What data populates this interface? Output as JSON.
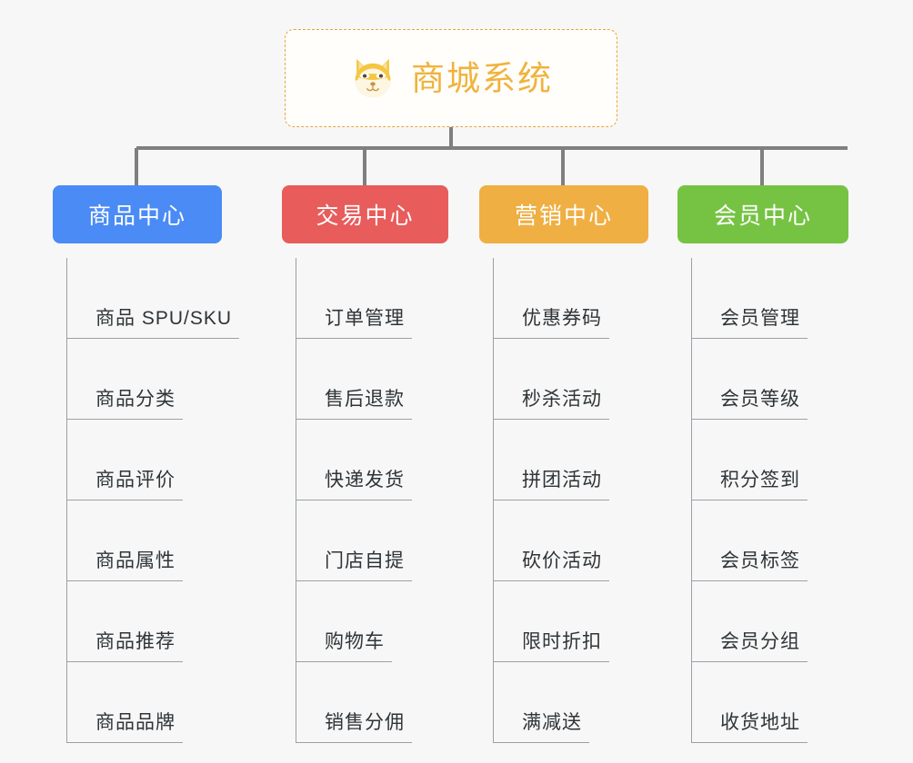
{
  "theme": {
    "background": "#f7f7f7",
    "root_border": "#eaa43a",
    "root_text": "#f0b33d",
    "connector": "#7f7f7f",
    "leaf_line": "#9aa0a6",
    "leaf_text": "#2f3438"
  },
  "root": {
    "title": "商城系统",
    "icon": "shiba-dog-icon"
  },
  "branches": [
    {
      "label": "商品中心",
      "color": "#4a8bf5",
      "items": [
        "商品 SPU/SKU",
        "商品分类",
        "商品评价",
        "商品属性",
        "商品推荐",
        "商品品牌"
      ]
    },
    {
      "label": "交易中心",
      "color": "#e85c5c",
      "items": [
        "订单管理",
        "售后退款",
        "快递发货",
        "门店自提",
        "购物车",
        "销售分佣"
      ]
    },
    {
      "label": "营销中心",
      "color": "#efaf43",
      "items": [
        "优惠券码",
        "秒杀活动",
        "拼团活动",
        "砍价活动",
        "限时折扣",
        "满减送"
      ]
    },
    {
      "label": "会员中心",
      "color": "#76c344",
      "items": [
        "会员管理",
        "会员等级",
        "积分签到",
        "会员标签",
        "会员分组",
        "收货地址"
      ]
    }
  ]
}
